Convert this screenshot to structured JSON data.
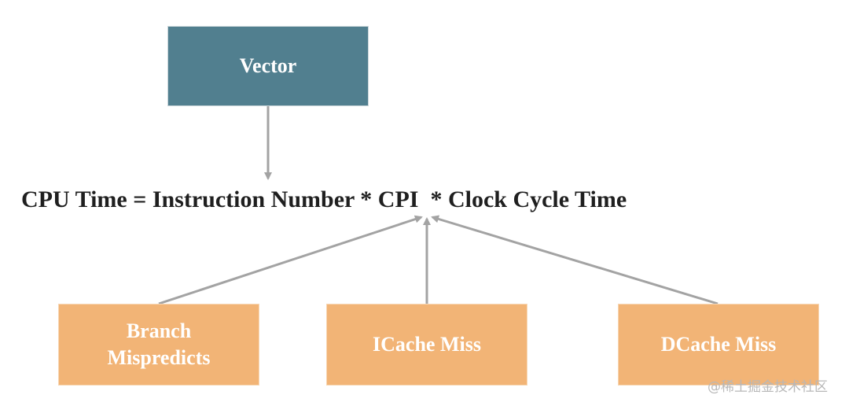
{
  "diagram": {
    "top_box": {
      "label": "Vector",
      "color": "#517f8f"
    },
    "formula": "CPU Time = Instruction Number * CPI  * Clock Cycle Time",
    "bottom_boxes": [
      {
        "label": "Branch\nMispredicts",
        "color": "#f2b476"
      },
      {
        "label": "ICache Miss",
        "color": "#f2b476"
      },
      {
        "label": "DCache Miss",
        "color": "#f2b476"
      }
    ],
    "connector_color": "#a3a3a3"
  },
  "watermark": "@稀土掘金技术社区"
}
